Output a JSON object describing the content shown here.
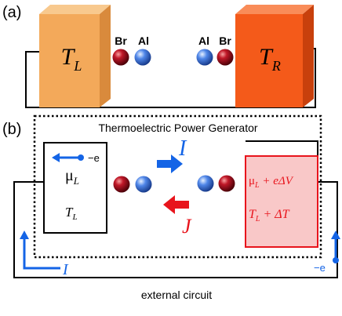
{
  "panel_a": {
    "label": "(a)",
    "left_reservoir": {
      "symbol": "T",
      "subscript": "L"
    },
    "right_reservoir": {
      "symbol": "T",
      "subscript": "R"
    },
    "left_atom_labels": [
      "Br",
      "Al"
    ],
    "right_atom_labels": [
      "Al",
      "Br"
    ]
  },
  "panel_b": {
    "label": "(b)",
    "title": "Thermoelectric Power Generator",
    "left_box": {
      "electron_label": "−e",
      "mu": "μ",
      "mu_sub": "L",
      "temp": "T",
      "temp_sub": "L"
    },
    "right_box": {
      "mu_line_mu": "μ",
      "mu_line_sub": "L",
      "mu_line_rest": " + eΔV",
      "temp_line_t": "T",
      "temp_line_sub": "L",
      "temp_line_rest": " + ΔT"
    },
    "current_label": "I",
    "heat_label": "J",
    "circuit_current_label": "I",
    "circuit_electron_label": "−e",
    "circuit_caption": "external circuit"
  },
  "colors": {
    "left_reservoir": "#f3a95a",
    "right_reservoir": "#f45a1a",
    "hot_box_fill": "#f9c8c8",
    "hot_box_border": "#e8141c",
    "bromine": "#a01020",
    "aluminum": "#4a7de0",
    "current_arrow": "#1464e6",
    "heat_arrow": "#e8141c"
  }
}
